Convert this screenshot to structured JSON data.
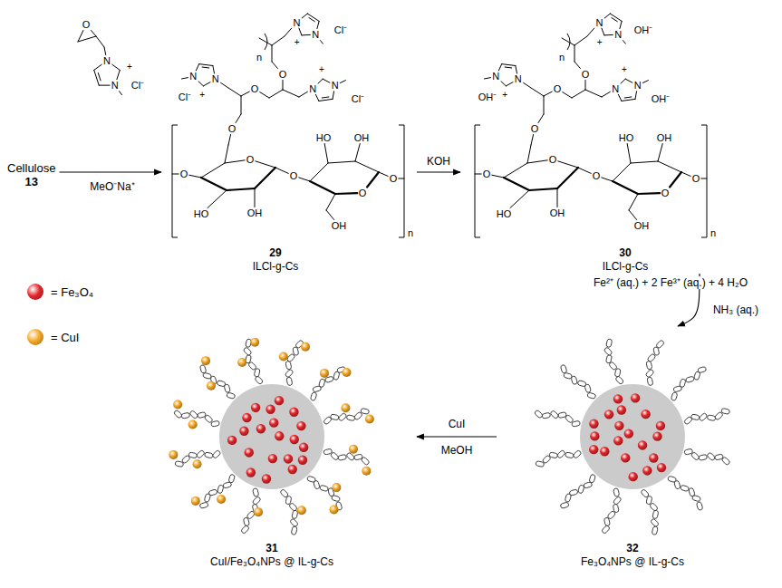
{
  "diagram": {
    "nodes": [
      {
        "text": [
          "Cellulose",
          "13"
        ]
      },
      {
        "text": [
          "29",
          "ILCl-g-Cs"
        ]
      },
      {
        "text": [
          "30",
          "ILCl-g-Cs"
        ]
      },
      {
        "text": [
          "31",
          "CuI/Fe₃O₄NPs @ IL-g-Cs"
        ]
      },
      {
        "text": [
          "32",
          "Fe₃O₄NPs @ IL-g-Cs"
        ]
      }
    ],
    "edges": [
      {
        "from": 0,
        "to": 1,
        "arrow": "to",
        "label": "MeO⁻Na⁺"
      },
      {
        "from": 1,
        "to": 2,
        "arrow": "to",
        "label": "KOH"
      },
      {
        "from": 2,
        "to": 4,
        "arrow": "to",
        "label": "Fe²⁺ (aq.) + 2 Fe³⁺ (aq.) + 4 H₂O"
      },
      {
        "from": 4,
        "to": 3,
        "arrow": "to",
        "label": "CuI"
      }
    ],
    "labels": [
      "O",
      "N",
      "N",
      "+",
      "Cl⁻",
      "O",
      "n",
      "N",
      "N",
      "+",
      "Cl⁻",
      "N",
      "N",
      "+",
      "Cl⁻",
      "O",
      "N",
      "N",
      "+",
      "Cl⁻",
      "O",
      "O",
      "HO",
      "OH",
      "O",
      "O",
      "HO",
      "OH",
      "O",
      "OH",
      "O",
      "n",
      "O",
      "n",
      "N",
      "N",
      "+",
      "OH⁻",
      "N",
      "N",
      "+",
      "OH⁻",
      "O",
      "N",
      "N",
      "+",
      "OH⁻",
      "O",
      "O",
      "HO",
      "OH",
      "O",
      "O",
      "HO",
      "OH",
      "O",
      "OH",
      "O",
      "n",
      "NH₃ (aq.)",
      "MeOH"
    ],
    "legend": [
      {
        "text": "= Fe₃O₄",
        "color": "#e3262b"
      },
      {
        "text": "= CuI",
        "color": "#f5a623"
      }
    ]
  }
}
